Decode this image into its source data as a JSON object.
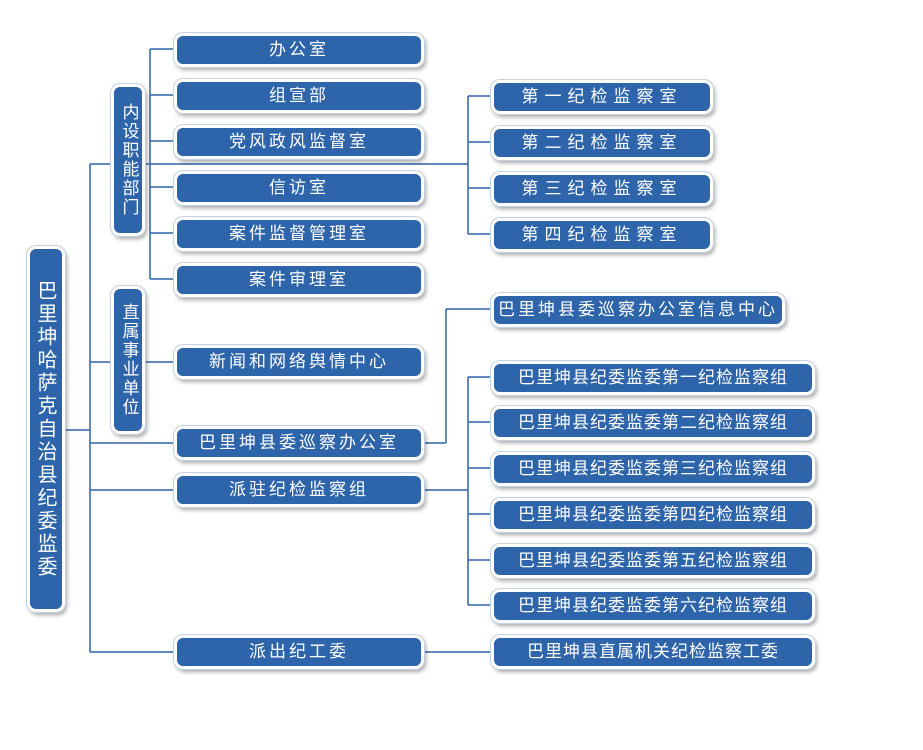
{
  "root": "巴里坤哈萨克自治县纪委监委",
  "groups": {
    "internal": "内设职能部门",
    "affiliated": "直属事业单位"
  },
  "internal_departments": [
    "办公室",
    "组宣部",
    "党风政风监督室",
    "信访室",
    "案件监督管理室",
    "案件审理室"
  ],
  "discipline_rooms": [
    "第一纪检监察室",
    "第二纪检监察室",
    "第三纪检监察室",
    "第四纪检监察室"
  ],
  "affiliated_units": [
    "新闻和网络舆情中心"
  ],
  "inspection_office": {
    "label": "巴里坤县委巡察办公室",
    "child": "巴里坤县委巡察办公室信息中心"
  },
  "dispatched_groups": {
    "label": "派驻纪检监察组",
    "children": [
      "巴里坤县纪委监委第一纪检监察组",
      "巴里坤县纪委监委第二纪检监察组",
      "巴里坤县纪委监委第三纪检监察组",
      "巴里坤县纪委监委第四纪检监察组",
      "巴里坤县纪委监委第五纪检监察组",
      "巴里坤县纪委监委第六纪检监察组"
    ]
  },
  "work_committee": {
    "label": "派出纪工委",
    "child": "巴里坤县直属机关纪检监察工委"
  },
  "colors": {
    "box": "#2e64a9",
    "line": "#2e64a9",
    "text": "#ffffff"
  }
}
